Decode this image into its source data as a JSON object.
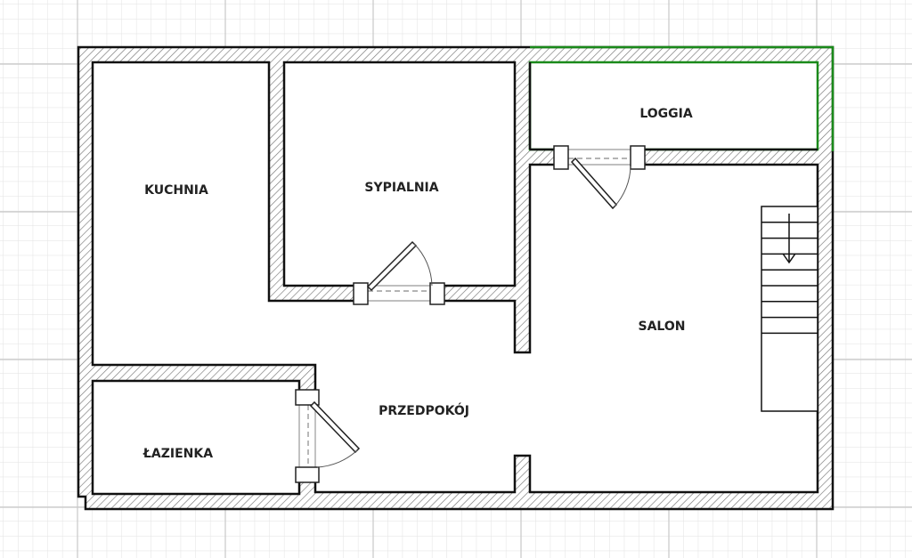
{
  "title": "Floor plan",
  "rooms": {
    "kitchen": "KUCHNIA",
    "bedroom": "SYPIALNIA",
    "loggia": "LOGGIA",
    "living_room": "SALON",
    "hallway": "PRZEDPOKÓJ",
    "bathroom": "ŁAZIENKA"
  },
  "colors": {
    "wall_outline": "#111111",
    "loggia_outline": "#1a8a1a",
    "grid_minor": "#e2e2e2",
    "grid_major": "#c8c8c8"
  },
  "stairs": {
    "direction": "down",
    "steps": 9
  }
}
